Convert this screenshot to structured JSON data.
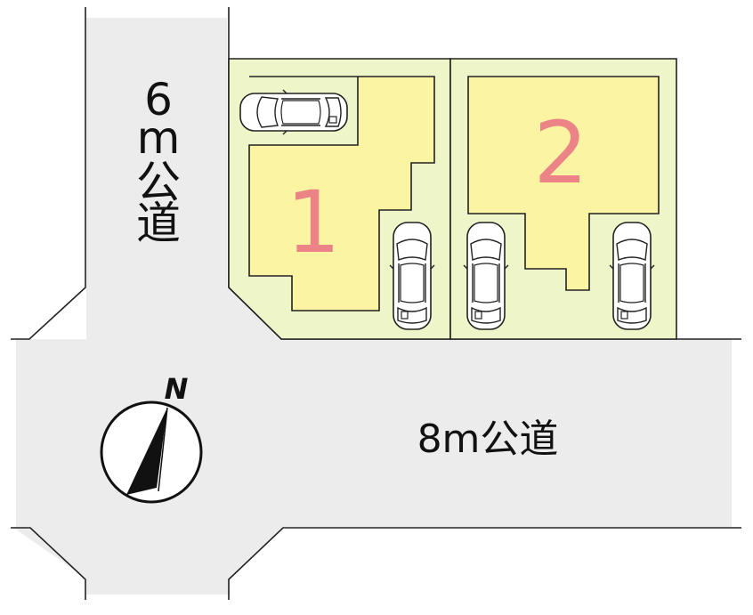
{
  "lots": [
    {
      "number": "1"
    },
    {
      "number": "2"
    }
  ],
  "roads": {
    "vertical": {
      "chars": [
        "6",
        "m",
        "公",
        "道"
      ]
    },
    "horizontal": {
      "label": "8m公道"
    }
  },
  "compass": {
    "label": "N"
  },
  "colors": {
    "road": "#ececec",
    "lot": "#eef5c8",
    "house": "#fbf5a3",
    "lot_number": "#ec8387",
    "line": "#222222"
  },
  "icons": [
    "car-icon",
    "compass-icon",
    "north-arrow-icon"
  ]
}
